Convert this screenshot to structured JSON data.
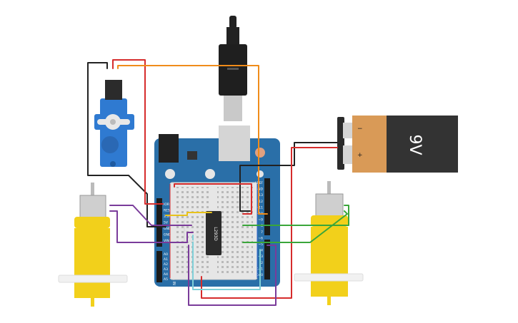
{
  "battery": {
    "voltage_label": "9V",
    "minus_label": "−",
    "plus_label": "+"
  },
  "chip": {
    "label": "L293D"
  },
  "arduino": {
    "left_pin_labels": [
      "IOREF",
      "RESET",
      "3.3V",
      "5V",
      "GND",
      "GND",
      "VIN"
    ],
    "analog_label": "ANALOG IN",
    "analog_pins": [
      "A0",
      "A1",
      "A2",
      "A3",
      "A4",
      "A5"
    ],
    "right_pin_labels": [
      "AREF",
      "GND",
      "13",
      "12",
      "~11",
      "~10",
      "~9",
      "8",
      "7",
      "~6",
      "~5",
      "4",
      "~3",
      "2",
      "TX→1",
      "RX←0"
    ]
  },
  "colors": {
    "board": "#2a6fa8",
    "breadboard": "#e6e6e6",
    "motor_yellow": "#f2d01b",
    "servo_blue": "#2f7ad1",
    "battery_orange": "#d99a57",
    "battery_dark": "#333333",
    "wire_red": "#d62c2c",
    "wire_orange": "#f08c1a",
    "wire_black": "#222222",
    "wire_purple": "#7a3b9a",
    "wire_green": "#3aa63a",
    "wire_yellow": "#e8c21a",
    "wire_cyan": "#7fd0d8",
    "wire_white": "#dddddd"
  }
}
